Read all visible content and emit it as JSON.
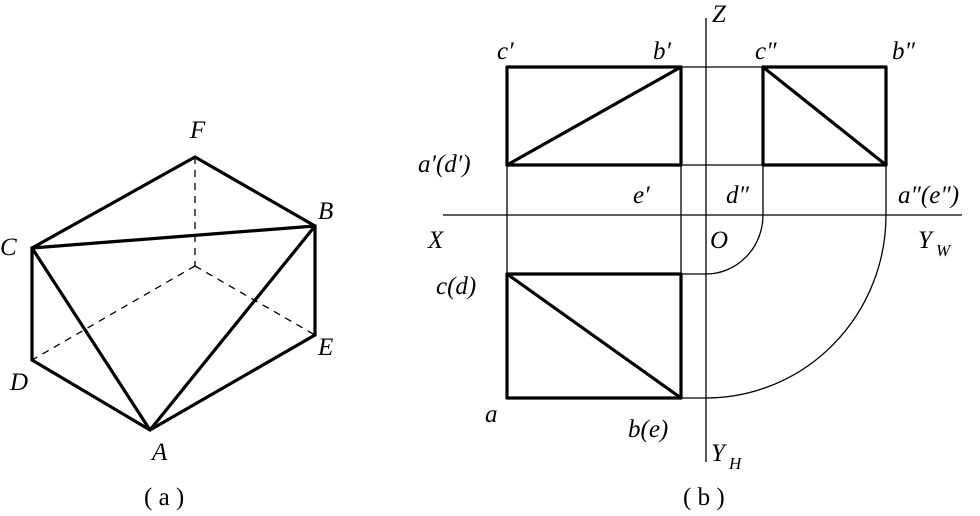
{
  "figure_a": {
    "caption": "( a )",
    "vertices": {
      "F": "F",
      "B": "B",
      "C": "C",
      "E": "E",
      "D": "D",
      "A": "A"
    }
  },
  "figure_b": {
    "caption": "( b )",
    "axes": {
      "z": "Z",
      "x": "X",
      "origin": "O",
      "yw": "Y",
      "yw_sub": "W",
      "yh": "Y",
      "yh_sub": "H"
    },
    "labels": {
      "c_prime": "c′",
      "b_prime": "b′",
      "c_dprime": "c″",
      "b_dprime": "b″",
      "a_prime_d_prime": "a′(d′)",
      "e_prime": "e′",
      "d_dprime": "d″",
      "a_dprime_e_dprime": "a″(e″)",
      "c_d": "c(d)",
      "a": "a",
      "b_e": "b(e)"
    }
  }
}
